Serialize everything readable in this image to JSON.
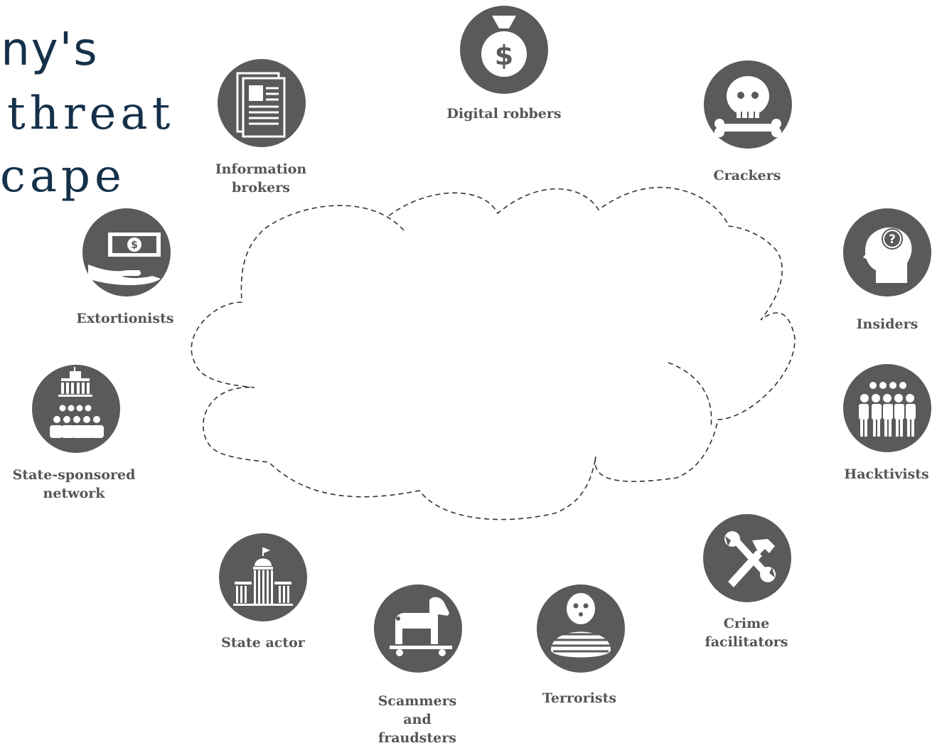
{
  "title": {
    "line1": "any's",
    "line2": "threat",
    "line3": "cape"
  },
  "actors": {
    "digital_robbers": "Digital robbers",
    "crackers": "Crackers",
    "information_brokers": [
      "Information",
      "brokers"
    ],
    "extortionists": "Extortionists",
    "insiders": "Insiders",
    "hacktivists": "Hacktivists",
    "state_sponsored_network": [
      "State-sponsored",
      "network"
    ],
    "state_actor": "State actor",
    "scammers_and_fraudsters": [
      "Scammers",
      "and",
      "fraudsters"
    ],
    "terrorists": "Terrorists",
    "crime_facilitators": [
      "Crime",
      "facilitators"
    ]
  },
  "icon_color": "#5a5a5a",
  "title_color": "#15314a"
}
